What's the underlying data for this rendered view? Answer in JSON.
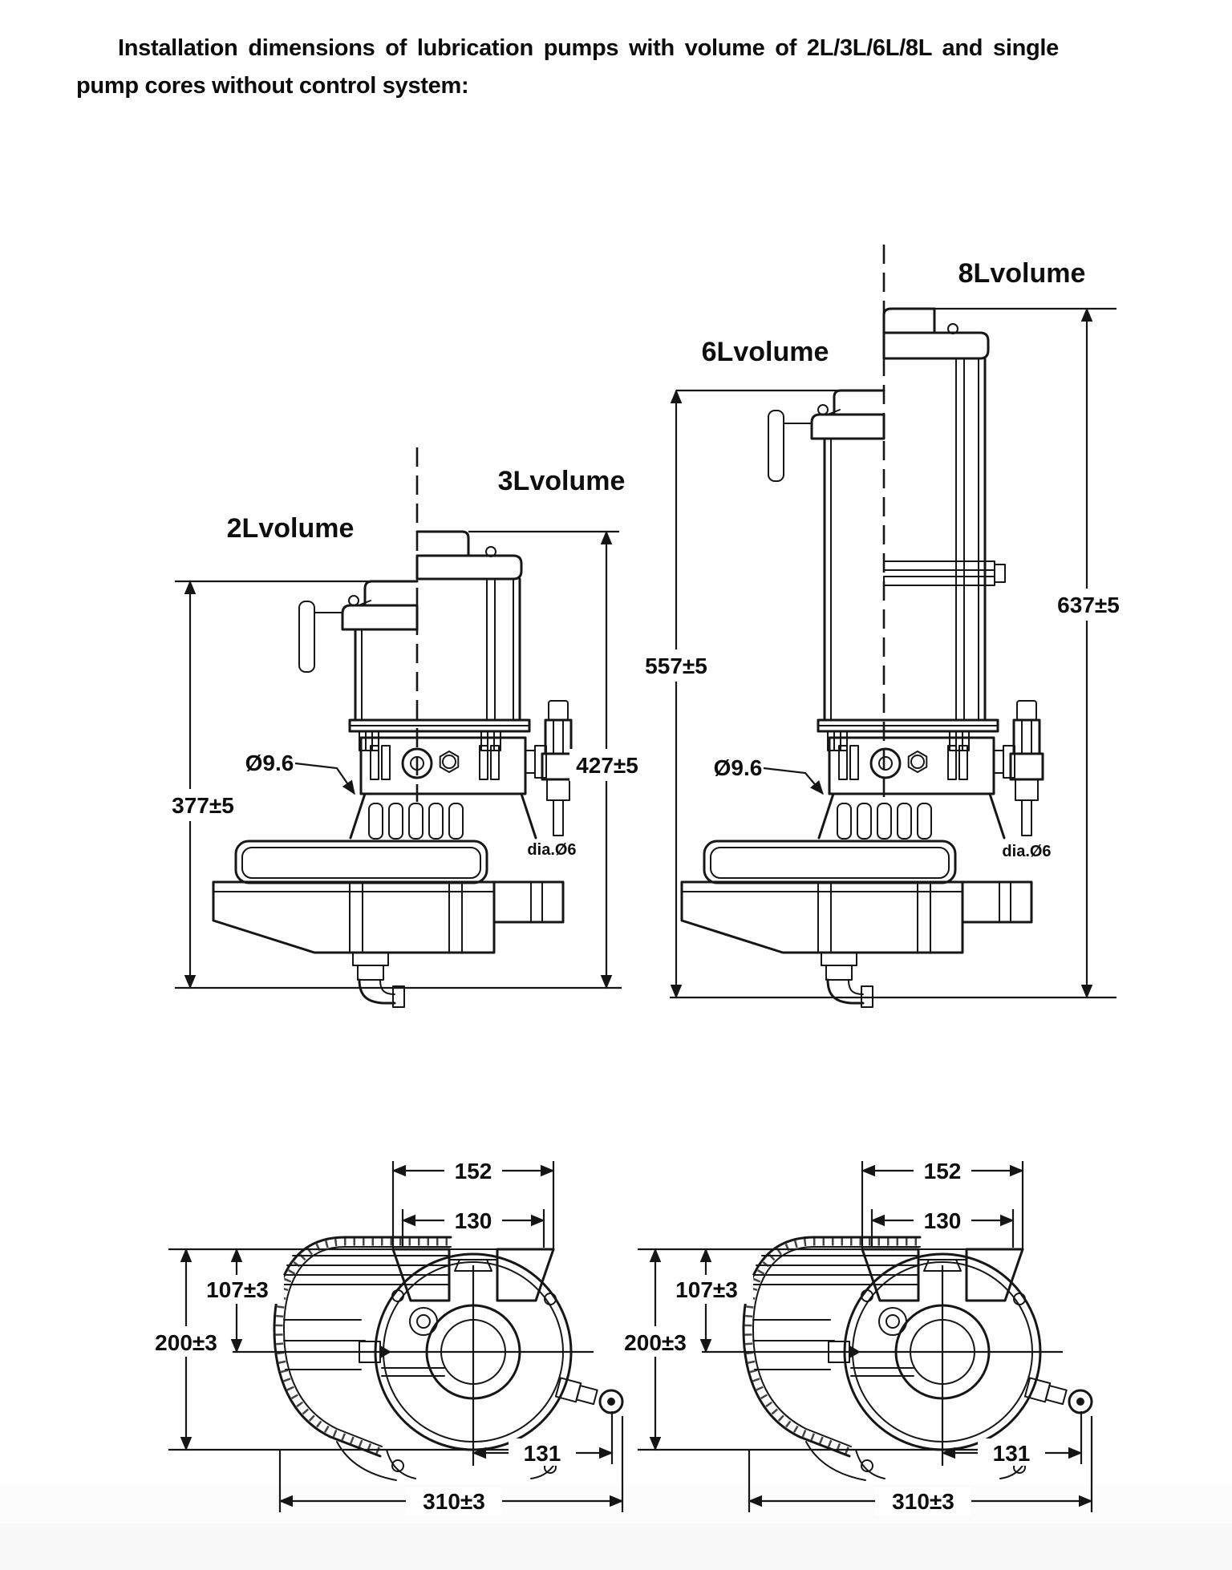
{
  "title": "Installation dimensions of lubrication pumps with volume of 2L/3L/6L/8L and single pump cores without control system:",
  "side_views": {
    "small": {
      "label_left": "2Lvolume",
      "label_right": "3Lvolume",
      "height_left": "377±5",
      "height_right": "427±5",
      "mount_hole_dia": "Ø9.6",
      "outlet_tube_dia": "dia.Ø6"
    },
    "large": {
      "label_left": "6Lvolume",
      "label_right": "8Lvolume",
      "height_left": "557±5",
      "height_right": "637±5",
      "mount_hole_dia": "Ø9.6",
      "outlet_tube_dia": "dia.Ø6"
    }
  },
  "front_views": {
    "left": {
      "width_top": "152",
      "width_inner": "130",
      "height_overall": "200±3",
      "height_to_center": "107±3",
      "center_to_outlet": "131",
      "width_overall": "310±3"
    },
    "right": {
      "width_top": "152",
      "width_inner": "130",
      "height_overall": "200±3",
      "height_to_center": "107±3",
      "center_to_outlet": "131",
      "width_overall": "310±3"
    }
  }
}
